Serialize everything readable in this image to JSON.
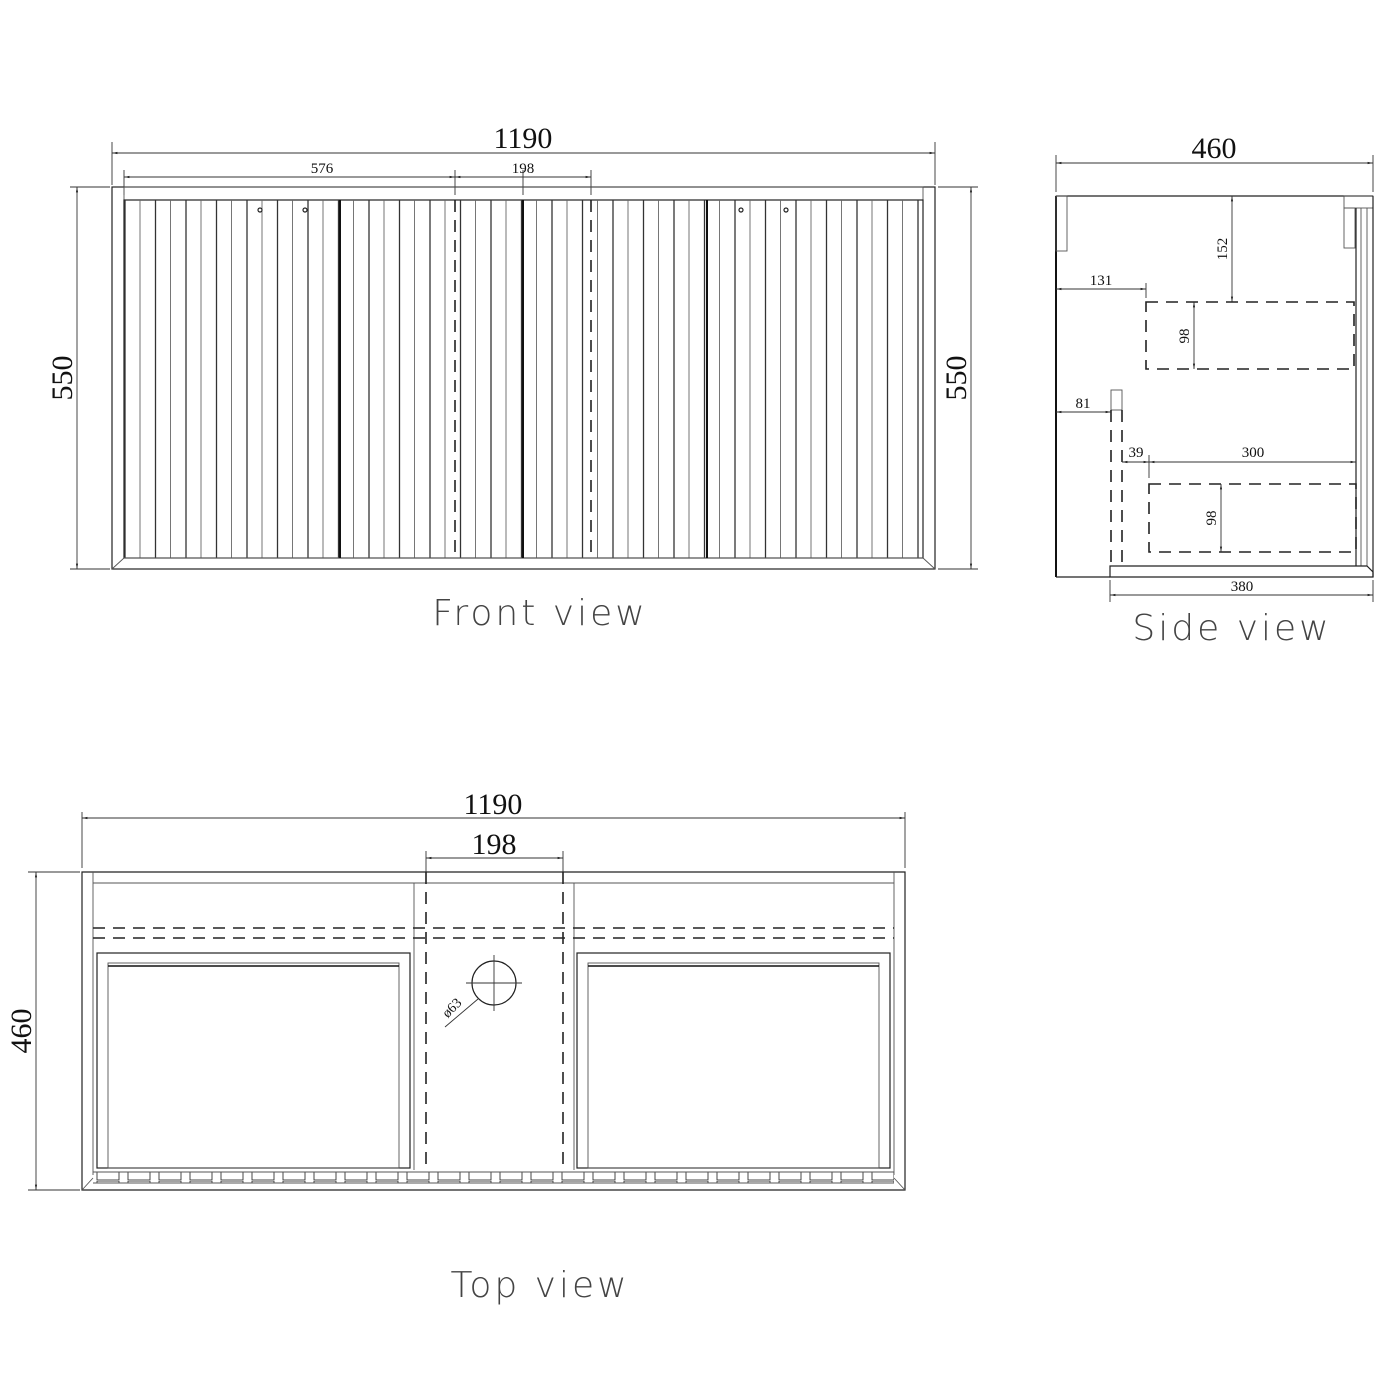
{
  "front_view": {
    "label": "Front view",
    "width": "1190",
    "height_left": "550",
    "height_right": "550",
    "offset_dim": "576",
    "basin_gap_dim": "198"
  },
  "side_view": {
    "label": "Side view",
    "depth": "460",
    "drawer1_top_offset": "152",
    "drawer1_front_offset": "131",
    "drawer1_height": "98",
    "door_offset": "81",
    "drawer2_gap": "39",
    "drawer2_depth": "300",
    "drawer2_height": "98",
    "base_depth": "380"
  },
  "top_view": {
    "label": "Top view",
    "width": "1190",
    "depth": "460",
    "basin_gap_dim": "198",
    "waste_hole_dia": "ø63"
  }
}
